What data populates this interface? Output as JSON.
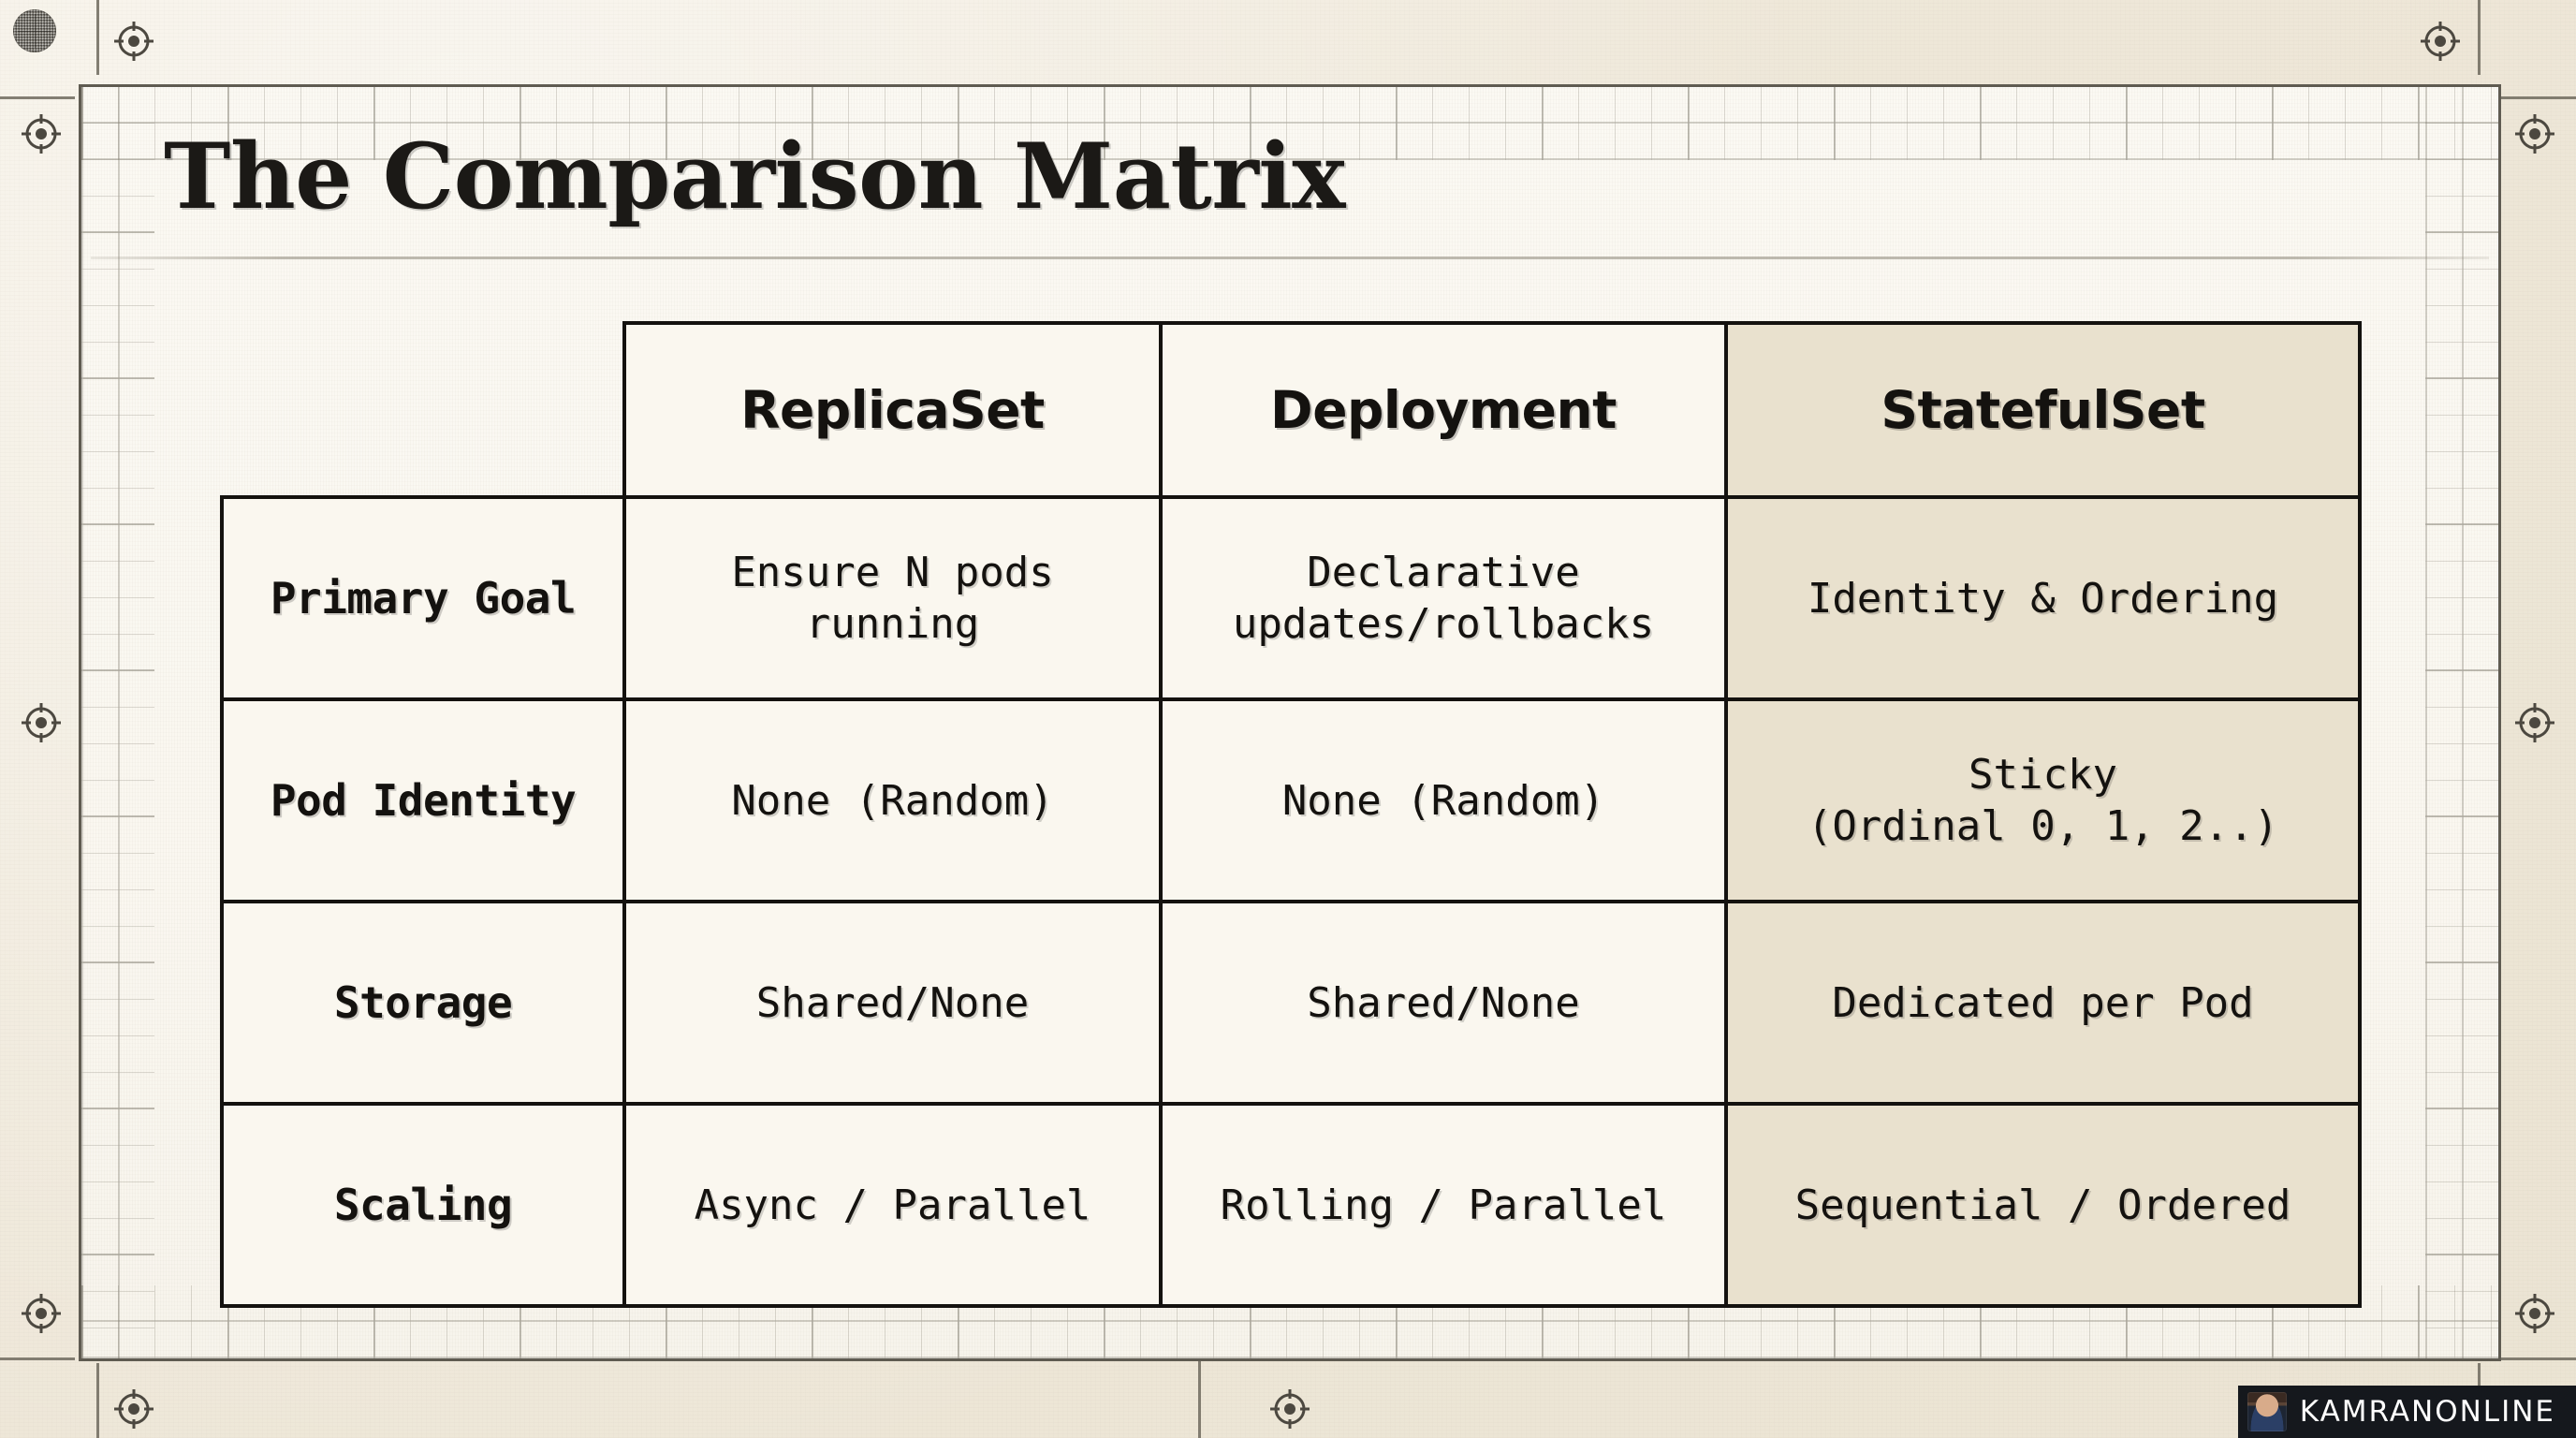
{
  "slide": {
    "title": "The Comparison Matrix"
  },
  "table": {
    "corner_label": "",
    "columns": [
      {
        "label": "ReplicaSet",
        "highlight": false
      },
      {
        "label": "Deployment",
        "highlight": false
      },
      {
        "label": "StatefulSet",
        "highlight": true
      }
    ],
    "rows": [
      {
        "label": "Primary Goal",
        "cells": [
          "Ensure N pods running",
          "Declarative updates/rollbacks",
          "Identity & Ordering"
        ]
      },
      {
        "label": "Pod Identity",
        "cells": [
          "None (Random)",
          "None (Random)",
          "Sticky\n(Ordinal 0, 1, 2..)"
        ]
      },
      {
        "label": "Storage",
        "cells": [
          "Shared/None",
          "Shared/None",
          "Dedicated per Pod"
        ]
      },
      {
        "label": "Scaling",
        "cells": [
          "Async / Parallel",
          "Rolling / Parallel",
          "Sequential / Ordered"
        ]
      }
    ]
  },
  "watermark": {
    "text": "KAMRANONLINE"
  },
  "colors": {
    "page_background": "#efe9dc",
    "card_background": "#faf7f0",
    "card_border": "#5f5b51",
    "table_border": "#14120f",
    "highlight_column": "#e9e1ce",
    "text": "#14120f",
    "watermark_background": "#15181d",
    "watermark_text": "#ffffff",
    "registration_mark": "#4c4840"
  },
  "decor": {
    "halftone_icon": "halftone-dot-circle",
    "registration_icon": "registration-target-icon"
  }
}
